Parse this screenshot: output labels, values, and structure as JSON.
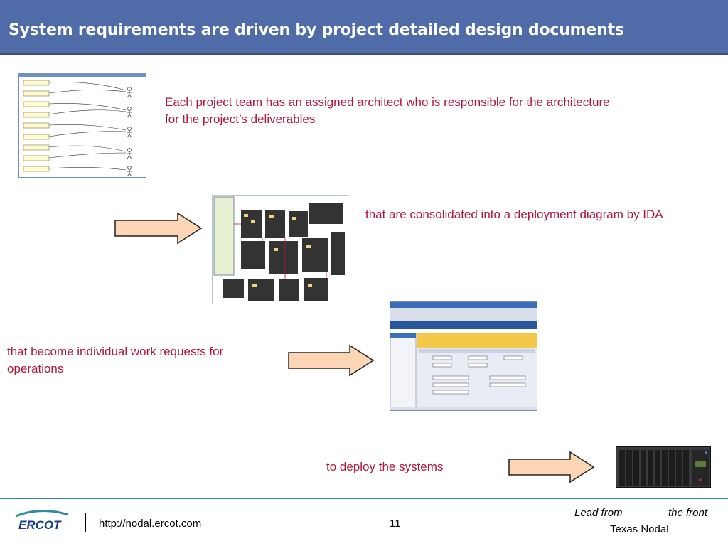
{
  "slide": {
    "title": "System requirements are driven by project detailed design  documents"
  },
  "steps": [
    {
      "text": "Each project team has an assigned architect who is responsible for the architecture for the project’s deliverables"
    },
    {
      "text": "that are consolidated into a deployment diagram by IDA"
    },
    {
      "text": "that become individual work requests for operations"
    },
    {
      "text": "to deploy the systems"
    }
  ],
  "footer": {
    "url": "http://nodal.ercot.com",
    "page": "11",
    "tagline_left": "Lead from",
    "tagline_right": "the front",
    "org": "Texas Nodal",
    "logo_text": "ERCOT"
  },
  "colors": {
    "title_bar": "#4f6ba8",
    "caption": "#b0163b",
    "arrow_fill": "#fcd5b4",
    "footer_rule": "#2f8f98"
  }
}
